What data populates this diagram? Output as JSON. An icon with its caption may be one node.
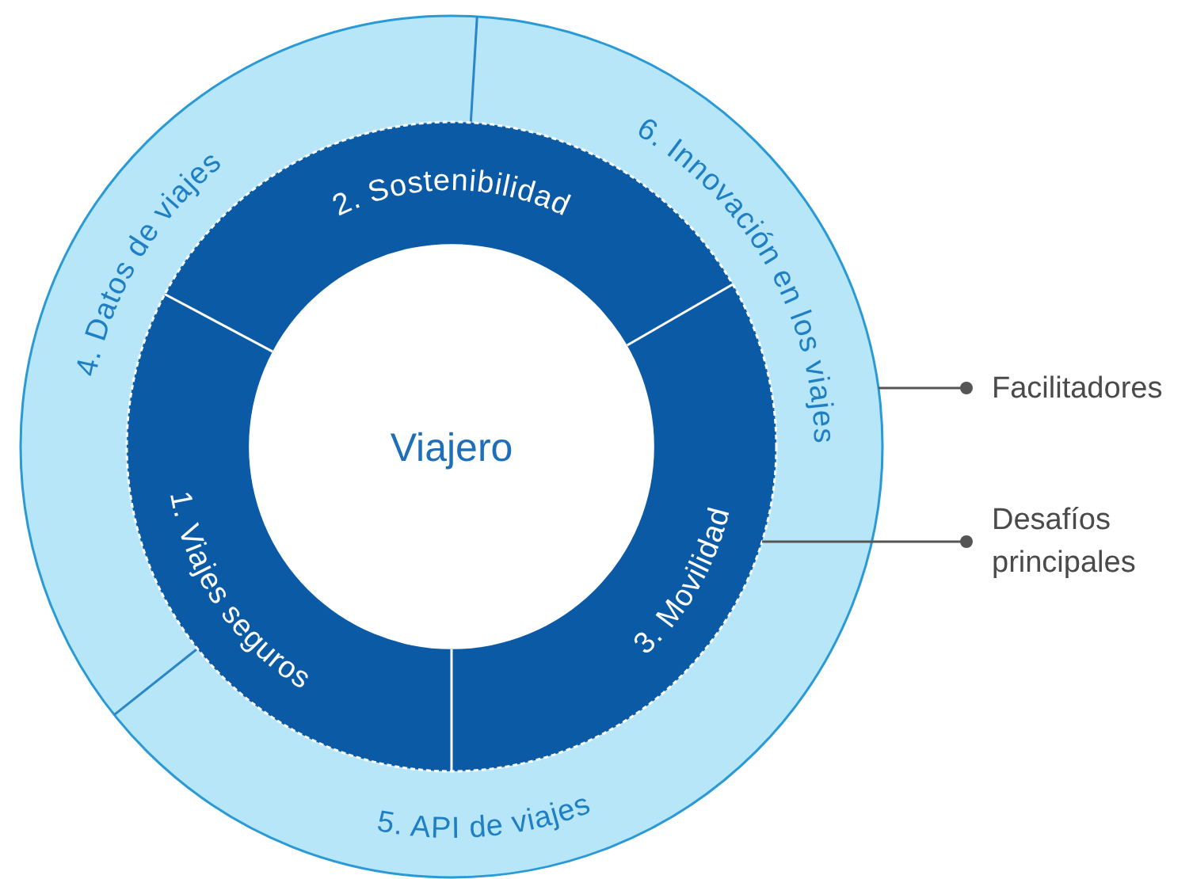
{
  "diagram": {
    "nodes": [
      {
        "text": [],
        "shape": "circle"
      },
      {
        "text": [
          "4. Datos de viajes"
        ],
        "in": 0
      },
      {
        "text": [
          "6. Innovación en los viajes"
        ],
        "in": 0
      },
      {
        "text": [
          "5. API de viajes"
        ],
        "in": 0
      },
      {
        "text": [],
        "shape": "circle",
        "in": 0
      },
      {
        "text": [
          "2. Sostenibilidad"
        ],
        "in": 4
      },
      {
        "text": [
          "1. Viajes seguros"
        ],
        "in": 4
      },
      {
        "text": [
          "3. Movilidad"
        ],
        "in": 4
      },
      {
        "text": [
          "Viajero"
        ],
        "in": 4
      },
      {
        "text": [
          "Facilitadores"
        ]
      },
      {
        "text": [
          "Desafíos principales"
        ]
      }
    ],
    "edges": [
      {
        "from": 9,
        "to": 0,
        "arrow": "other"
      },
      {
        "from": 10,
        "to": 4,
        "arrow": "other"
      }
    ]
  }
}
